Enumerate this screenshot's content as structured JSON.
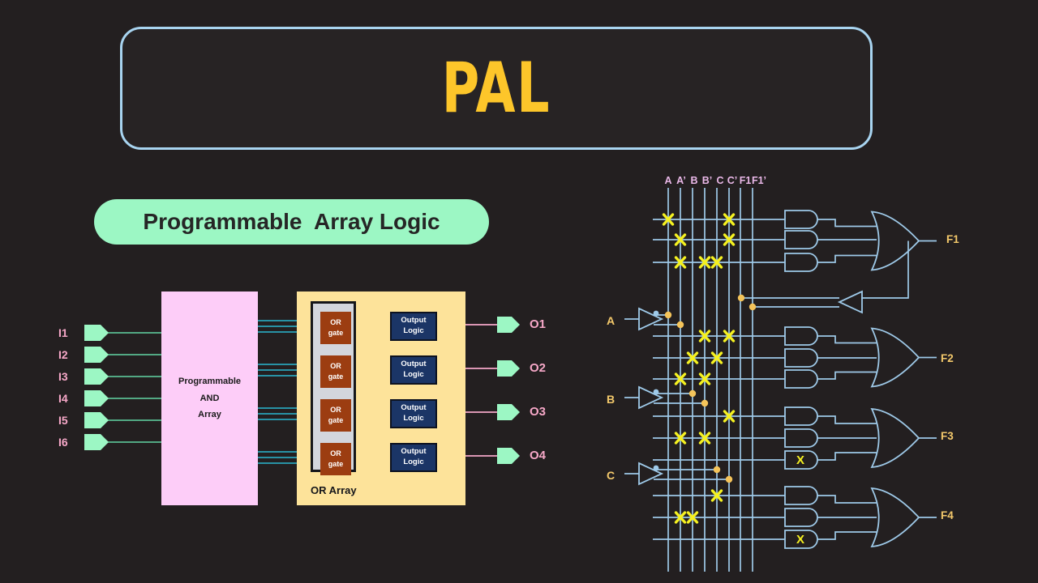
{
  "page": {
    "background": "#231f20",
    "title": "PAL",
    "title_color": "#fdc62a",
    "title_border_color": "#a8d4f0",
    "subtitle": "Programmable  Array Logic",
    "subtitle_bg": "#9cf7c4"
  },
  "block_diagram": {
    "inputs": [
      "I1",
      "I2",
      "I3",
      "I4",
      "I5",
      "I6"
    ],
    "outputs": [
      "O1",
      "O2",
      "O3",
      "O4"
    ],
    "and_array_label_line1": "Programmable",
    "and_array_label_line2": "AND",
    "and_array_label_line3": "Array",
    "and_array_color": "#fdcdf8",
    "or_array_caption": "OR Array",
    "or_array_color": "#fde39a",
    "or_gate_label_line1": "OR",
    "or_gate_label_line2": "gate",
    "or_gate_color": "#9c3d11",
    "output_logic_line1": "Output",
    "output_logic_line2": "Logic",
    "output_logic_color": "#1b3566",
    "or_gates": [
      {
        "line1": "OR",
        "line2": "gate"
      },
      {
        "line1": "OR",
        "line2": "gate"
      },
      {
        "line1": "OR",
        "line2": "gate"
      },
      {
        "line1": "OR",
        "line2": "gate"
      }
    ],
    "output_logic_blocks": [
      {
        "line1": "Output",
        "line2": "Logic"
      },
      {
        "line1": "Output",
        "line2": "Logic"
      },
      {
        "line1": "Output",
        "line2": "Logic"
      },
      {
        "line1": "Output",
        "line2": "Logic"
      }
    ]
  },
  "schematic": {
    "column_headers": [
      "A",
      "A’",
      "B",
      "B’",
      "C",
      "C’",
      "F1",
      "F1’"
    ],
    "input_labels": [
      "A",
      "B",
      "C"
    ],
    "output_labels": [
      "F1",
      "F2",
      "F3",
      "F4"
    ],
    "wire_color": "#9ec9e8",
    "cross_color": "#f5f120",
    "dot_color": "#f5c45a",
    "label_color": "#f4c96b",
    "header_color": "#eab8e8",
    "column_x": [
      824,
      839,
      854,
      869,
      884,
      899,
      913,
      928
    ],
    "groups": [
      {
        "name": "F1",
        "rows_y": [
          271,
          296,
          324
        ],
        "crosses": [
          {
            "row": 0,
            "cols": [
              0,
              5
            ]
          },
          {
            "row": 1,
            "cols": [
              1,
              5
            ]
          },
          {
            "row": 2,
            "cols": [
              1,
              3,
              4
            ]
          }
        ],
        "fused_and": []
      },
      {
        "name": "F2",
        "rows_y": [
          415,
          442,
          468
        ],
        "crosses": [
          {
            "row": 0,
            "cols": [
              3,
              5
            ]
          },
          {
            "row": 1,
            "cols": [
              2,
              4
            ]
          },
          {
            "row": 2,
            "cols": [
              1,
              3
            ]
          }
        ],
        "fused_and": []
      },
      {
        "name": "F3",
        "rows_y": [
          514,
          541,
          568
        ],
        "crosses": [
          {
            "row": 0,
            "cols": [
              5
            ]
          },
          {
            "row": 1,
            "cols": [
              1,
              3
            ]
          },
          {
            "row": 2,
            "cols": []
          }
        ],
        "fused_and": [
          2
        ]
      },
      {
        "name": "F4",
        "rows_y": [
          612,
          639,
          666
        ],
        "crosses": [
          {
            "row": 0,
            "cols": [
              4
            ]
          },
          {
            "row": 1,
            "cols": [
              1,
              2
            ]
          },
          {
            "row": 2,
            "cols": []
          }
        ],
        "fused_and": [
          2
        ]
      }
    ],
    "fuse_mark": "X"
  }
}
